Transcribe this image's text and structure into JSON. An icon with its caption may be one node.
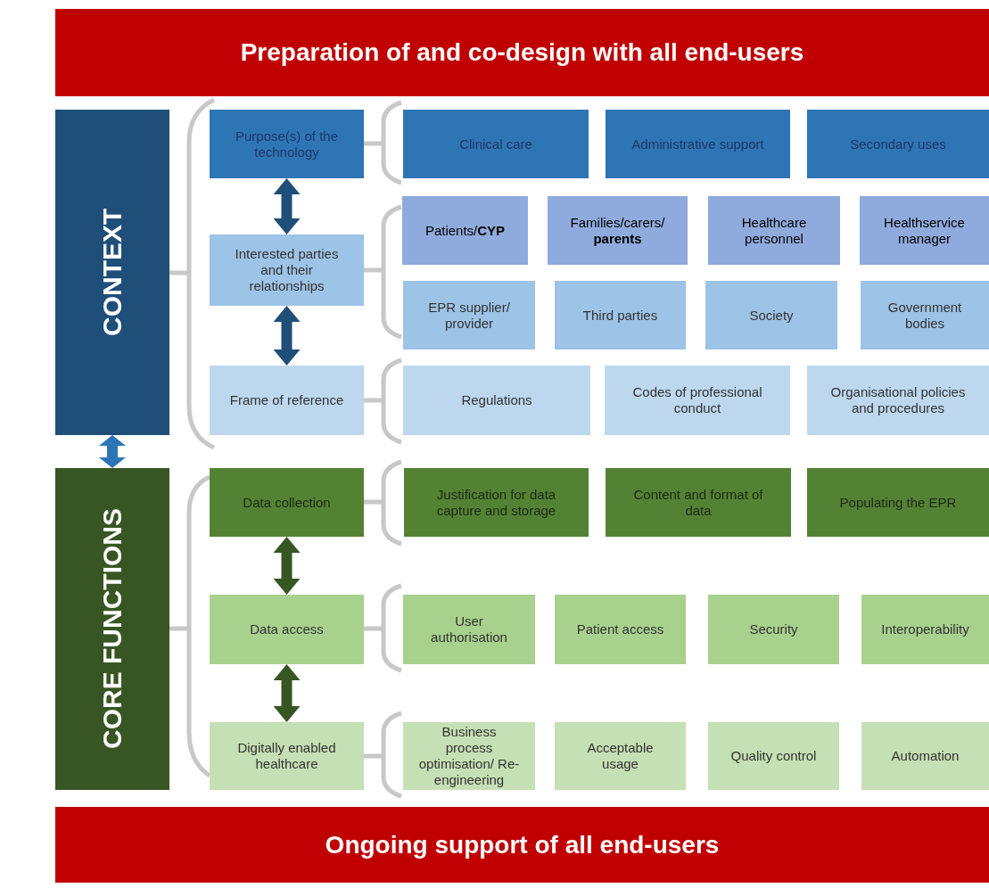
{
  "diagram": {
    "nodes": [
      {
        "text": [
          "Preparation of and co-design with all end-users"
        ]
      },
      {
        "text": [
          "CONTEXT"
        ]
      },
      {
        "text": [
          "Purpose(s) of the technology"
        ]
      },
      {
        "text": [
          "Clinical care"
        ]
      },
      {
        "text": [
          "Administrative support"
        ]
      },
      {
        "text": [
          "Secondary uses"
        ]
      },
      {
        "text": [
          "Interested parties and their relationships"
        ]
      },
      {
        "text": [
          "Patients/**CYP**"
        ]
      },
      {
        "text": [
          "Families/carers/ **parents**"
        ]
      },
      {
        "text": [
          "Healthcare personnel"
        ]
      },
      {
        "text": [
          "Healthservice manager"
        ]
      },
      {
        "text": [
          "EPR supplier/ provider"
        ]
      },
      {
        "text": [
          "Third parties"
        ]
      },
      {
        "text": [
          "Society"
        ]
      },
      {
        "text": [
          "Government bodies"
        ]
      },
      {
        "text": [
          "Frame of reference"
        ]
      },
      {
        "text": [
          "Regulations"
        ]
      },
      {
        "text": [
          "Codes of professional conduct"
        ]
      },
      {
        "text": [
          "Organisational policies and procedures"
        ]
      },
      {
        "text": [
          "CORE FUNCTIONS"
        ]
      },
      {
        "text": [
          "Data collection"
        ]
      },
      {
        "text": [
          "Justification for data capture and storage"
        ]
      },
      {
        "text": [
          "Content and format of data"
        ]
      },
      {
        "text": [
          "Populating the EPR"
        ]
      },
      {
        "text": [
          "Data access"
        ]
      },
      {
        "text": [
          "User authorisation"
        ]
      },
      {
        "text": [
          "Patient access"
        ]
      },
      {
        "text": [
          "Security"
        ]
      },
      {
        "text": [
          "Interoperability"
        ]
      },
      {
        "text": [
          "Digitally enabled healthcare"
        ]
      },
      {
        "text": [
          "Business process optimisation/ Re-engineering"
        ]
      },
      {
        "text": [
          "Acceptable usage"
        ]
      },
      {
        "text": [
          "Quality control"
        ]
      },
      {
        "text": [
          "Automation"
        ]
      },
      {
        "text": [
          "Ongoing support of all end-users"
        ]
      }
    ],
    "edges": [
      {
        "from": 1,
        "to": 19,
        "arrow": "both",
        "color": "#2e75b6"
      },
      {
        "from": 2,
        "to": 6,
        "arrow": "both"
      },
      {
        "from": 6,
        "to": 15,
        "arrow": "both"
      },
      {
        "from": 20,
        "to": 24,
        "arrow": "both",
        "color": "#375623"
      },
      {
        "from": 24,
        "to": 29,
        "arrow": "both",
        "color": "#375623"
      }
    ]
  }
}
